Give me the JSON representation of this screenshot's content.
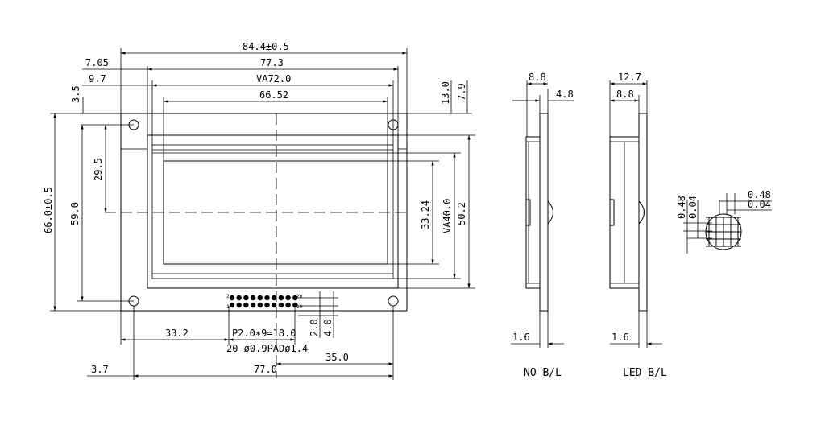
{
  "front_view": {
    "dims": {
      "overall_width": "84.4±0.5",
      "bezel_width": "77.3",
      "view_area_width": "VA72.0",
      "active_area_width": "66.52",
      "left_offset_bezel": "7.05",
      "left_offset_va": "9.7",
      "top_offset": "3.5",
      "top_offset_bezel": "13.0",
      "top_offset_va": "7.9",
      "overall_height": "66.0±0.5",
      "hole_pitch_v": "59.0",
      "center_offset_v": "29.5",
      "active_area_height": "33.24",
      "view_area_height": "VA40.0",
      "bezel_height": "50.2",
      "pin_offset_left": "33.2",
      "pin_pitch": "P2.0∗9=18.0",
      "pin_pads": "20-ø0.9PADø1.4",
      "pin_center_right": "35.0",
      "hole_offset_left": "3.7",
      "hole_pitch_h": "77.0",
      "pin_dim_a": "2.0",
      "pin_dim_b": "4.0",
      "pin_label_first_top": "2",
      "pin_label_last_top": "20",
      "pin_label_first_bottom": "1",
      "pin_label_last_bottom": "19"
    }
  },
  "side_views": {
    "no_bl": {
      "label": "NO B/L",
      "total": "8.8",
      "pcb": "4.8",
      "bottom": "1.6"
    },
    "led_bl": {
      "label": "LED B/L",
      "total": "12.7",
      "part": "8.8",
      "bottom": "1.6"
    }
  },
  "dot_detail": {
    "dot_size": "0.48",
    "dot_gap": "0.04",
    "dot_size_v": "0.48",
    "dot_gap_v": "0.04"
  }
}
